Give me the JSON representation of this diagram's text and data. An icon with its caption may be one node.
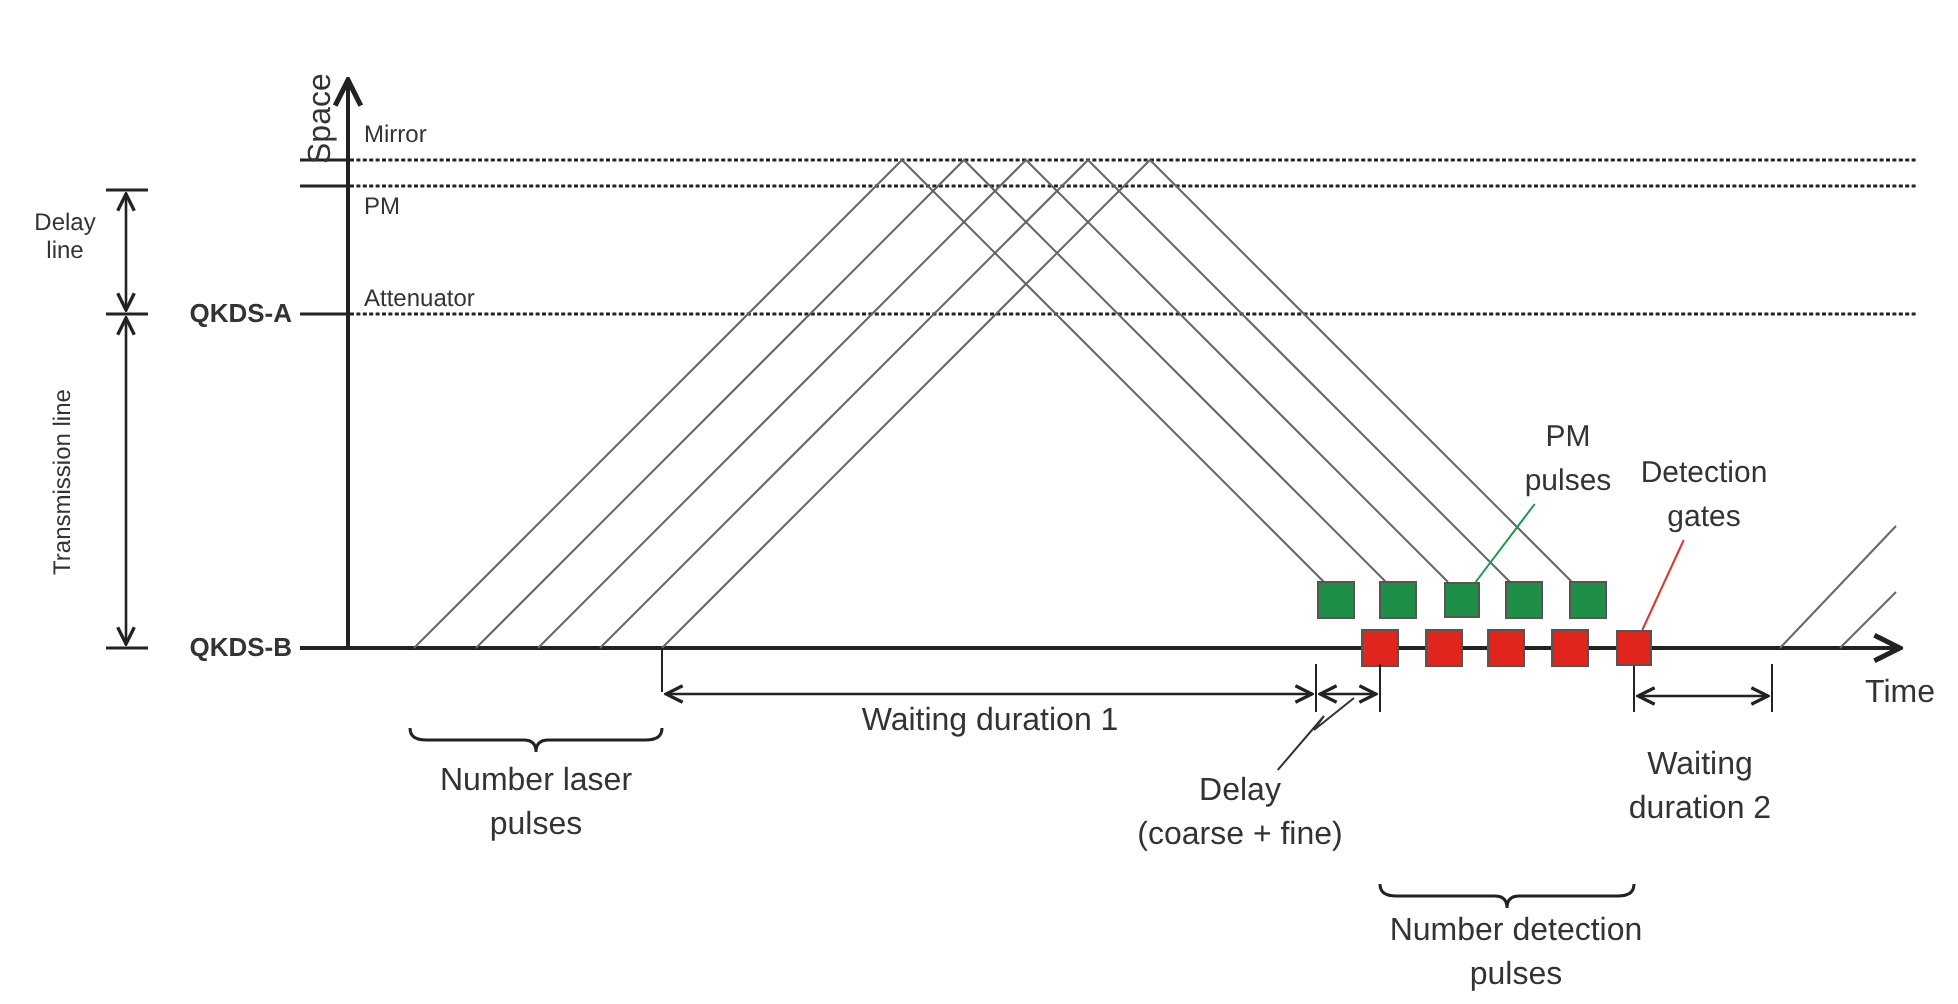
{
  "diagram": {
    "nodes": [
      {
        "text": [
          "PM pulses"
        ]
      },
      {
        "text": [],
        "shape": "box"
      },
      {
        "text": [
          "Detection gates"
        ]
      },
      {
        "text": [],
        "shape": "box"
      },
      {
        "text": [
          "Delay (coarse + fine)"
        ]
      }
    ],
    "edges": [
      {
        "from": 0,
        "to": 1,
        "arrow": "none",
        "color": "#1f9a4c"
      },
      {
        "from": 2,
        "to": 3,
        "arrow": "none",
        "color": "#e0332b"
      },
      {
        "from": 4,
        "to": null,
        "arrow": "none",
        "color": "#333333"
      }
    ],
    "labels": [
      "Space",
      "Mirror",
      "PM",
      "Delay line",
      "QKDS-A",
      "Attenuator",
      "Transmission line",
      "QKDS-B",
      "Time",
      "Waiting duration 1",
      "Number laser pulses",
      "Waiting duration 2",
      "Number detection pulses"
    ]
  }
}
